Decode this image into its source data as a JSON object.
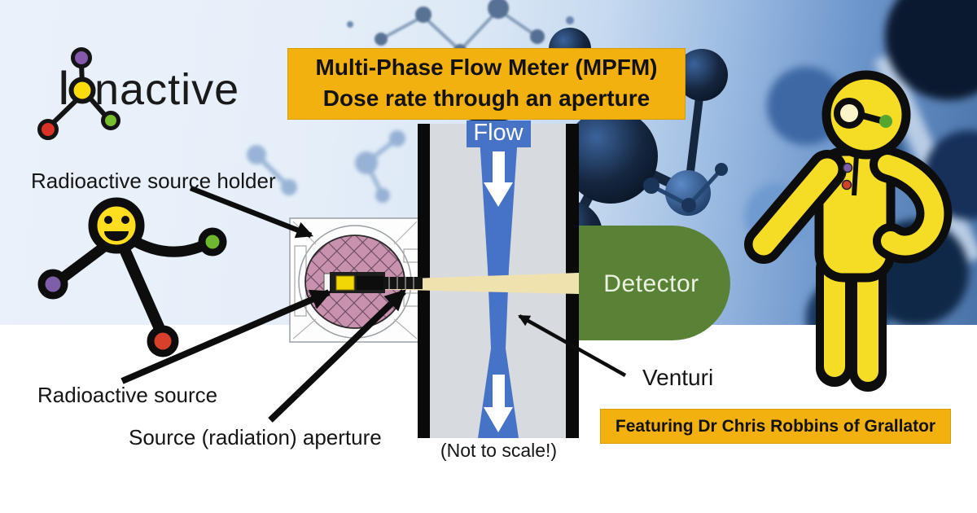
{
  "brand": {
    "prefix": "I",
    "suffix": "nactive",
    "name": "Ionactive"
  },
  "title_banner": {
    "line1": "Multi-Phase Flow Meter (MPFM)",
    "line2": "Dose rate through an aperture",
    "bg_color": "#F2B10E"
  },
  "pipe": {
    "flow_label": "Flow",
    "note": "(Not to scale!)",
    "fluid_color": "#4673C5",
    "wall_color": "#0A0A0A",
    "bore_color": "#D7DADF"
  },
  "detector": {
    "label": "Detector",
    "color": "#5A8237",
    "text_color": "#ECF2E2"
  },
  "beam": {
    "color": "#F0E2AE"
  },
  "source_holder": {
    "shield_color": "#C892AE",
    "source_color": "#F2D707"
  },
  "callouts": {
    "source_holder": "Radioactive source holder",
    "source": "Radioactive source",
    "aperture": "Source (radiation) aperture",
    "venturi": "Venturi"
  },
  "footer_banner": {
    "text": "Featuring Dr Chris Robbins of Grallator",
    "bg_color": "#F2B10E"
  },
  "icons": {
    "flow_arrow_top": "down-arrow",
    "flow_arrow_bottom": "down-arrow",
    "left_mascot": "molecule-smiley-mascot",
    "right_mascot": "yellow-scientist-mascot",
    "logo_molecule": "molecule-o-icon"
  }
}
